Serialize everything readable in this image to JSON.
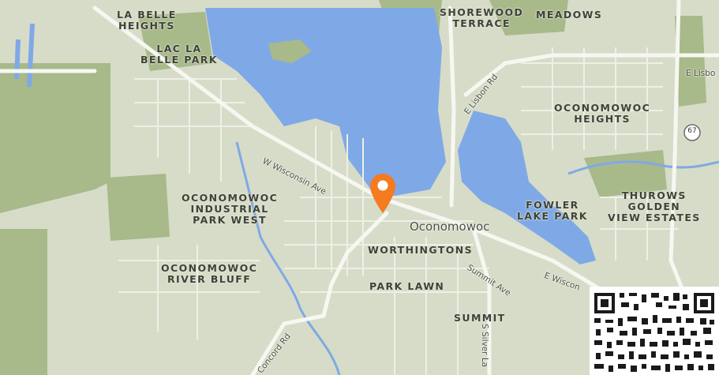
{
  "map": {
    "neighborhoods": [
      {
        "id": "la-belle-heights",
        "text": "LA BELLE\nHEIGHTS"
      },
      {
        "id": "lac-la-belle-park",
        "text": "LAC LA\nBELLE PARK"
      },
      {
        "id": "shorewood-terrace",
        "text": "SHOREWOOD\nTERRACE"
      },
      {
        "id": "meadows",
        "text": "MEADOWS"
      },
      {
        "id": "oconomowoc-heights",
        "text": "OCONOMOWOC\nHEIGHTS"
      },
      {
        "id": "oconomowoc-industrial-park-west",
        "text": "OCONOMOWOC\nINDUSTRIAL\nPARK WEST"
      },
      {
        "id": "fowler-lake-park",
        "text": "FOWLER\nLAKE PARK"
      },
      {
        "id": "thurows-golden-view-estates",
        "text": "THUROWS\nGOLDEN\nVIEW ESTATES"
      },
      {
        "id": "worthingtons",
        "text": "WORTHINGTONS"
      },
      {
        "id": "oconomowoc-river-bluff",
        "text": "OCONOMOWOC\nRIVER BLUFF"
      },
      {
        "id": "park-lawn",
        "text": "PARK LAWN"
      },
      {
        "id": "summit",
        "text": "SUMMIT"
      }
    ],
    "city": "Oconomowoc",
    "streets": [
      {
        "id": "w-wisconsin-ave",
        "text": "W Wisconsin Ave"
      },
      {
        "id": "e-lisbon-rd",
        "text": "E Lisbon Rd"
      },
      {
        "id": "e-lisbon-edge",
        "text": "E Lisbo"
      },
      {
        "id": "summit-ave",
        "text": "Summit Ave"
      },
      {
        "id": "e-wisconsin",
        "text": "E Wiscon"
      },
      {
        "id": "concord-rd",
        "text": "Concord Rd"
      },
      {
        "id": "s-silver-lake",
        "text": "S Silver La"
      }
    ],
    "highway_shield": "67",
    "colors": {
      "land": "#d6dcc8",
      "park": "#a8b98a",
      "water": "#7fa9e6",
      "road": "#f7f7f2",
      "pin": "#f47b20"
    },
    "marker_icon": "location-pin-icon",
    "qr_icon": "qr-code-icon"
  }
}
